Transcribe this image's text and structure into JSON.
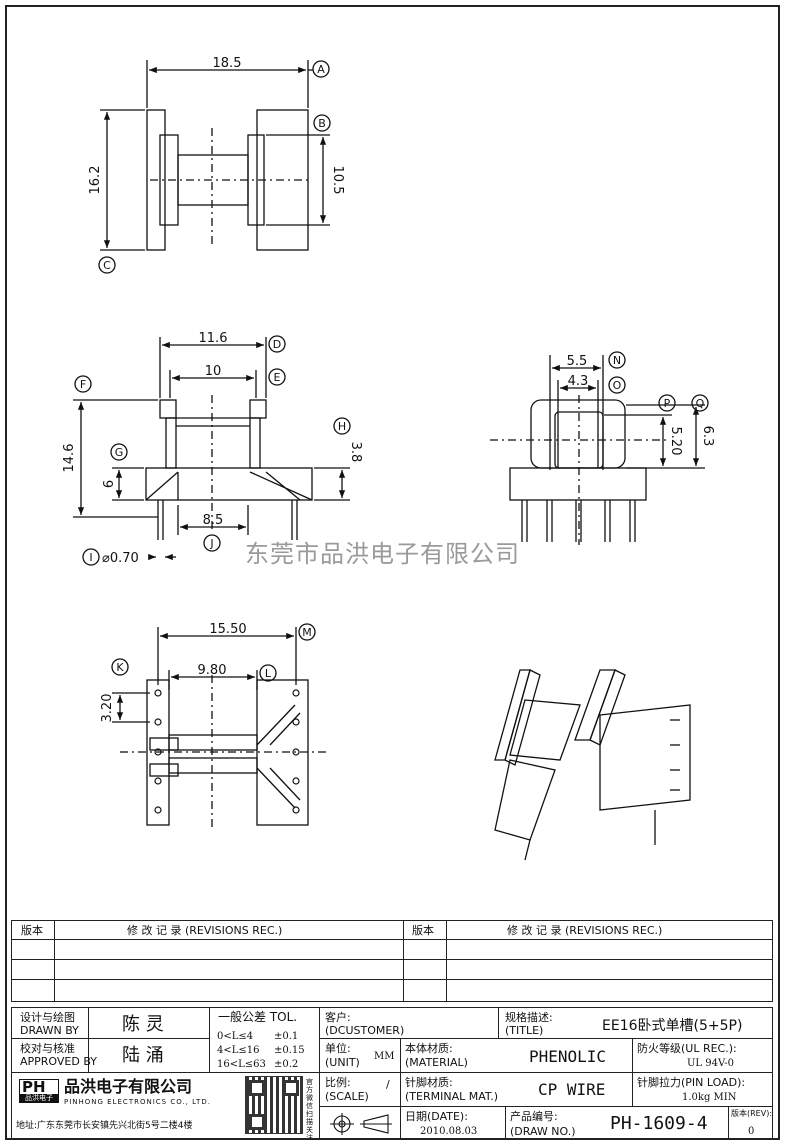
{
  "watermark": "东莞市品洪电子有限公司",
  "drawing": {
    "top_view": {
      "dims": [
        "18.5",
        "16.2",
        "10.5"
      ],
      "tags": [
        "A",
        "B",
        "C"
      ]
    },
    "front_view": {
      "dims": [
        "11.6",
        "10",
        "14.6",
        "6",
        "3.8",
        "8.5",
        "⌀0.70"
      ],
      "tags": [
        "D",
        "E",
        "F",
        "G",
        "H",
        "J",
        "I"
      ]
    },
    "side_view": {
      "dims": [
        "5.5",
        "4.3",
        "5.20",
        "6.3"
      ],
      "tags": [
        "N",
        "O",
        "P",
        "Q"
      ]
    },
    "bottom_view": {
      "dims": [
        "15.50",
        "9.80",
        "3.20"
      ],
      "tags": [
        "M",
        "K",
        "L"
      ]
    }
  },
  "revisions": {
    "col_ver": "版本",
    "col_rec": "修 改 记 录 (REVISIONS REC.)"
  },
  "title_block": {
    "designer_label_cn": "设计与绘图",
    "designer_label_en": "DRAWN BY",
    "designer_name": "陈 灵",
    "approver_label_cn": "校对与核准",
    "approver_label_en": "APPROVED BY",
    "approver_name": "陆 涌",
    "tolerance_title": "一般公差 TOL.",
    "tolerance_rows": [
      {
        "range": "0<L≤4",
        "value": "±0.1"
      },
      {
        "range": "4<L≤16",
        "value": "±0.15"
      },
      {
        "range": "16<L≤63",
        "value": "±0.2"
      }
    ],
    "customer_label": "客户:",
    "customer_en": "(DCUSTOMER)",
    "spec_label": "规格描述:",
    "spec_en": "(TITLE)",
    "spec_value": "EE16卧式单槽(5+5P)",
    "unit_label": "单位:",
    "unit_en": "(UNIT)",
    "unit_value": "MM",
    "material_label": "本体材质:",
    "material_en": "(MATERIAL)",
    "material_value": "PHENOLIC",
    "fire_label": "防火等级(UL REC.):",
    "fire_value": "UL 94V-0",
    "scale_label": "比例:",
    "scale_en": "(SCALE)",
    "scale_value": "/",
    "terminal_label": "针脚材质:",
    "terminal_en": "(TERMINAL MAT.)",
    "terminal_value": "CP WIRE",
    "pinload_label": "针脚拉力(PIN LOAD):",
    "pinload_value": "1.0kg MIN",
    "company_logo": "PH",
    "company_logo_sub": "品洪电子",
    "company_name": "品洪电子有限公司",
    "company_en": "PINHONG ELECTRONICS CO., LTD.",
    "qr_side": "官方微信 扫描关注",
    "address": "地址:广东东莞市长安镇先兴北街5号二楼4楼",
    "date_label": "日期(DATE):",
    "date_value": "2010.08.03",
    "drawno_label": "产品编号:",
    "drawno_en": "(DRAW NO.)",
    "drawno_value": "PH-1609-4",
    "rev_label": "版本(REV):",
    "rev_value": "0"
  }
}
